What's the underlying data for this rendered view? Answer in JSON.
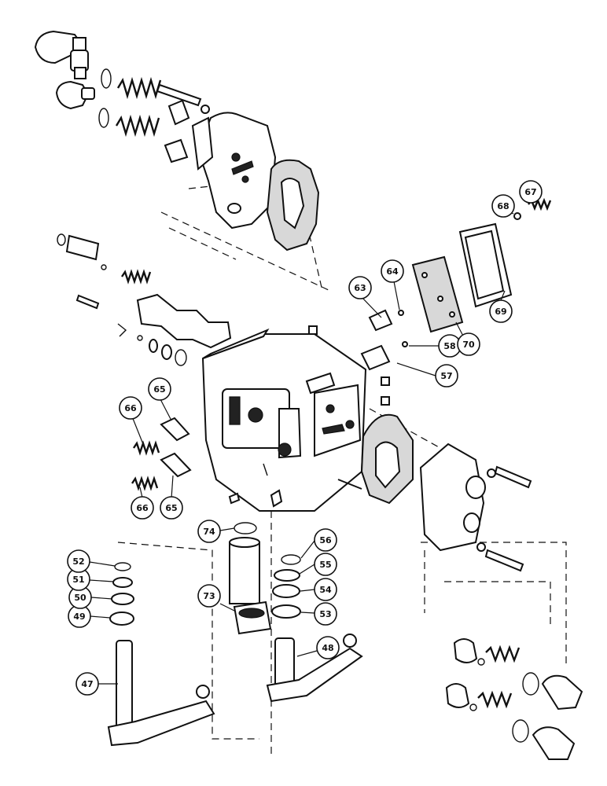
{
  "callouts": [
    {
      "label": "47"
    },
    {
      "label": "48"
    },
    {
      "label": "49"
    },
    {
      "label": "50"
    },
    {
      "label": "51"
    },
    {
      "label": "52"
    },
    {
      "label": "53"
    },
    {
      "label": "54"
    },
    {
      "label": "55"
    },
    {
      "label": "56"
    },
    {
      "label": "57"
    },
    {
      "label": "58"
    },
    {
      "label": "63"
    },
    {
      "label": "64"
    },
    {
      "label": "65"
    },
    {
      "label": "65"
    },
    {
      "label": "66"
    },
    {
      "label": "66"
    },
    {
      "label": "67"
    },
    {
      "label": "68"
    },
    {
      "label": "69"
    },
    {
      "label": "70"
    },
    {
      "label": "73"
    },
    {
      "label": "74"
    }
  ]
}
